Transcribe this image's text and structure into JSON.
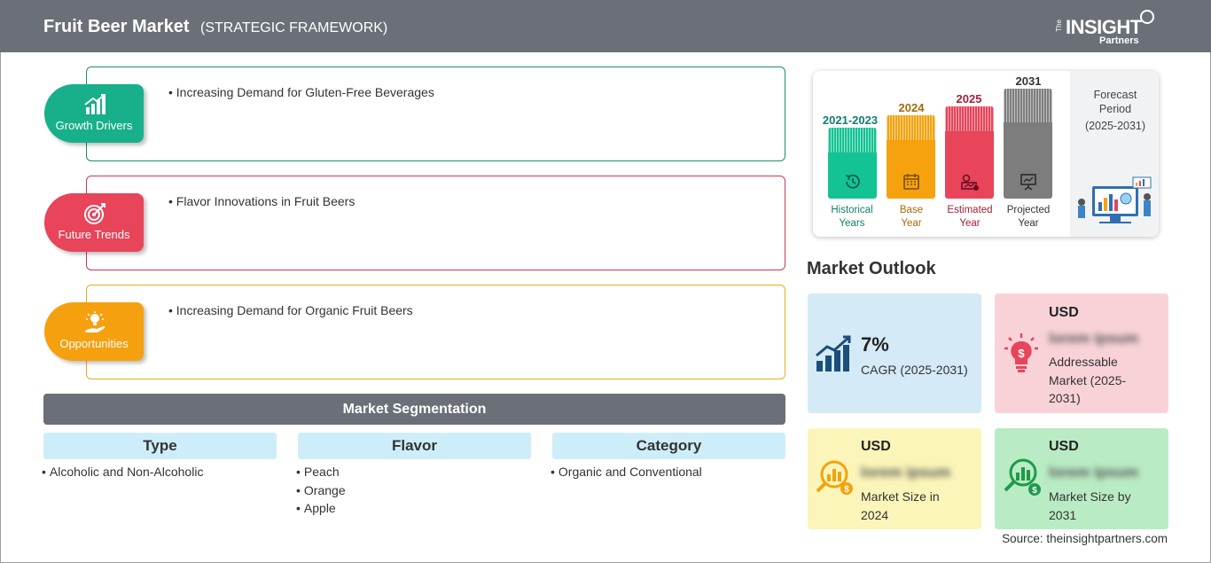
{
  "header": {
    "title": "Fruit Beer Market",
    "subtitle": "(STRATEGIC FRAMEWORK)",
    "logo": {
      "the": "The",
      "insight": "INSIGHT",
      "partners": "Partners"
    }
  },
  "drivers": [
    {
      "label": "Growth Drivers",
      "text": "• Increasing Demand for Gluten-Free Beverages",
      "color": "#17b08a",
      "border": "#1a8f6c",
      "icon": "growth-chart-icon"
    },
    {
      "label": "Future Trends",
      "text": "• Flavor Innovations in Fruit Beers",
      "color": "#e8445a",
      "border": "#c93a4b",
      "icon": "target-icon"
    },
    {
      "label": "Opportunities",
      "text": "• Increasing Demand for Organic Fruit Beers",
      "color": "#f5a00f",
      "border": "#e3b017",
      "icon": "lightbulb-hand-icon"
    }
  ],
  "segmentation": {
    "title": "Market Segmentation",
    "columns": [
      {
        "header": "Type",
        "items": [
          "Alcoholic and Non-Alcoholic"
        ]
      },
      {
        "header": "Flavor",
        "items": [
          "Peach",
          "Orange",
          "Apple"
        ]
      },
      {
        "header": "Category",
        "items": [
          "Organic and Conventional"
        ]
      }
    ]
  },
  "timeline": {
    "bars": [
      {
        "year": "2021-2023",
        "label_line1": "Historical",
        "label_line2": "Years",
        "color": "#14c393",
        "text_color": "#11806b",
        "icon": "history-icon"
      },
      {
        "year": "2024",
        "label_line1": "Base",
        "label_line2": "Year",
        "color": "#f5a20e",
        "text_color": "#a66a08",
        "icon": "calendar-icon"
      },
      {
        "year": "2025",
        "label_line1": "Estimated",
        "label_line2": "Year",
        "color": "#e8445a",
        "text_color": "#a3203a",
        "icon": "gears-chart-icon"
      },
      {
        "year": "2031",
        "label_line1": "Projected",
        "label_line2": "Year",
        "color": "#7d7d7d",
        "text_color": "#333333",
        "icon": "presentation-icon"
      }
    ],
    "forecast": {
      "line1": "Forecast",
      "line2": "Period",
      "line3": "(2025-2031)"
    }
  },
  "outlook": {
    "title": "Market Outlook",
    "cagr": {
      "value": "7%",
      "label": "CAGR (2025-2031)",
      "bg": "#d4eaf6",
      "icon": "bar-chart-up-icon"
    },
    "addressable": {
      "currency": "USD",
      "value": "lorem ipsum",
      "line1": "Addressable",
      "line2": "Market (2025-",
      "line3": "2031)",
      "bg": "#f9d2d8",
      "icon": "dollar-bulb-icon"
    },
    "size2024": {
      "currency": "USD",
      "value": "lorem ipsum",
      "line1": "Market Size in",
      "line2": "2024",
      "bg": "#fbf5b9",
      "icon": "magnifier-dollar-icon"
    },
    "size2031": {
      "currency": "USD",
      "value": "lorem ipsum",
      "line1": "Market Size by",
      "line2": "2031",
      "bg": "#b9ecc4",
      "icon": "magnifier-chart-icon"
    }
  },
  "source": "Source: theinsightpartners.com"
}
